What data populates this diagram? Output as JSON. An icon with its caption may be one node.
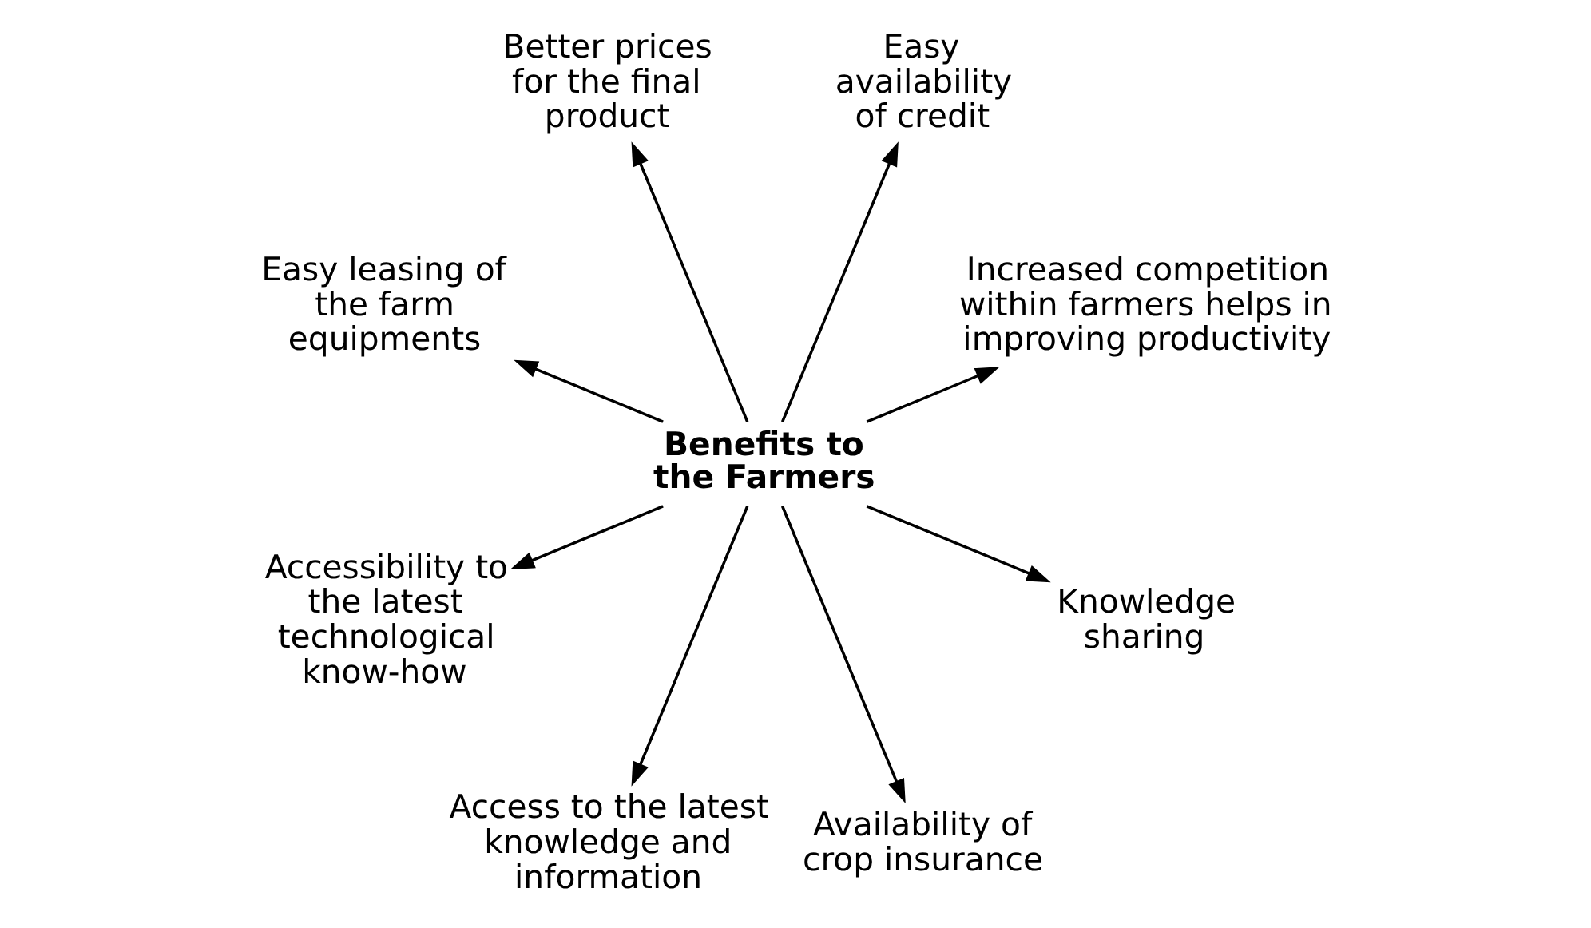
{
  "diagram": {
    "nodes": [
      {
        "text": [
          "Increased competition within farmers helps in improving productivity"
        ]
      },
      {
        "text": [
          "Easy availability of credit"
        ]
      },
      {
        "text": [
          "Better prices for the final product"
        ]
      },
      {
        "text": [
          "Easy leasing of the farm equipments"
        ]
      },
      {
        "text": [
          "Benefits to the Farmers"
        ]
      },
      {
        "text": [
          "Accessibility to the latest technological know-how"
        ]
      },
      {
        "text": [
          "Access to the latest knowledge and information"
        ]
      },
      {
        "text": [
          "Availability of crop insurance"
        ]
      },
      {
        "text": [
          "Knowledge sharing"
        ]
      }
    ],
    "edges": [
      {
        "from": 4,
        "to": 0,
        "arrow": "to"
      },
      {
        "from": 4,
        "to": 1,
        "arrow": "to"
      },
      {
        "from": 4,
        "to": 2,
        "arrow": "to"
      },
      {
        "from": 4,
        "to": 3,
        "arrow": "to"
      },
      {
        "from": 4,
        "to": 5,
        "arrow": "to"
      },
      {
        "from": 4,
        "to": 6,
        "arrow": "to"
      },
      {
        "from": 4,
        "to": 7,
        "arrow": "to"
      },
      {
        "from": 4,
        "to": 8,
        "arrow": "to"
      }
    ]
  }
}
